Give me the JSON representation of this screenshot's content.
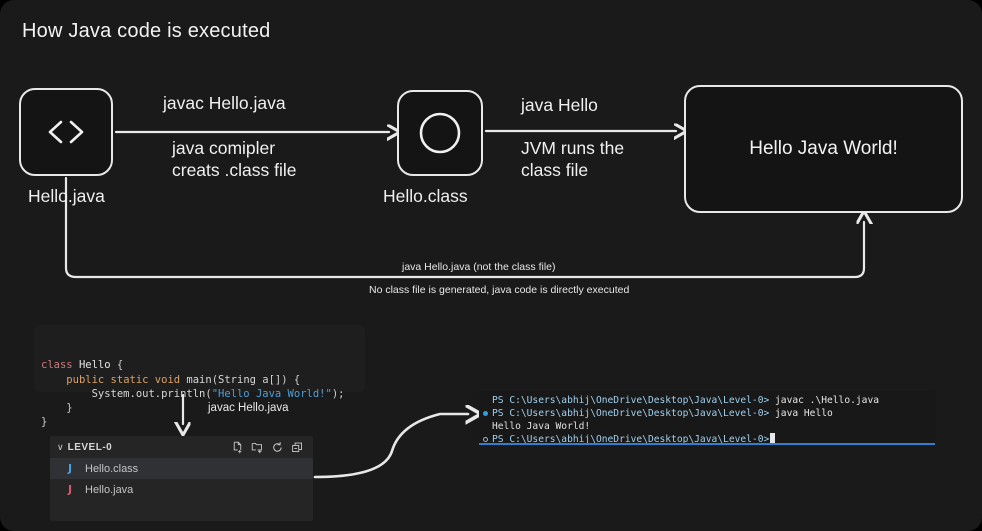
{
  "page": {
    "title": "How Java code is executed",
    "background": "#1a1a1a",
    "stroke": "#e8e8e8"
  },
  "flow": {
    "nodes": [
      {
        "id": "source",
        "icon": "code-brackets-icon",
        "label": "Hello.java"
      },
      {
        "id": "classfile",
        "icon": "circle-icon",
        "label": "Hello.class"
      },
      {
        "id": "output",
        "icon": "none",
        "label": "Hello Java World!"
      }
    ],
    "edges": [
      {
        "id": "compile",
        "line1": "javac Hello.java",
        "line2": "java comipler",
        "line3": "creats .class file"
      },
      {
        "id": "run",
        "line1": "java Hello",
        "line2": "JVM runs the",
        "line3": "class file"
      }
    ],
    "bypass": {
      "note_top": "java Hello.java (not the class file)",
      "note_bottom": "No class file is generated, java code is directly executed"
    }
  },
  "code_block": {
    "language": "java",
    "tokens": [
      [
        {
          "t": "class ",
          "c": "kw-class"
        },
        {
          "t": "Hello",
          "c": "ident"
        },
        {
          "t": " {",
          "c": "punc"
        }
      ],
      [
        {
          "t": "    ",
          "c": "plain"
        },
        {
          "t": "public static void ",
          "c": "kw-mod"
        },
        {
          "t": "main",
          "c": "plain"
        },
        {
          "t": "(",
          "c": "punc"
        },
        {
          "t": "String",
          "c": "plain"
        },
        {
          "t": " a[]) {",
          "c": "punc"
        }
      ],
      [
        {
          "t": "        ",
          "c": "plain"
        },
        {
          "t": "System.out.println",
          "c": "plain"
        },
        {
          "t": "(",
          "c": "punc"
        },
        {
          "t": "\"Hello Java World!\"",
          "c": "str"
        },
        {
          "t": ");",
          "c": "punc"
        }
      ],
      [
        {
          "t": "    }",
          "c": "punc"
        }
      ],
      [
        {
          "t": "}",
          "c": "punc"
        }
      ]
    ],
    "plain_text": "class Hello {\n    public static void main(String a[]) {\n        System.out.println(\"Hello Java World!\");\n    }\n}"
  },
  "arrow_note_javac": "javac Hello.java",
  "explorer": {
    "chevron": "∨",
    "title": "LEVEL-0",
    "actions": [
      {
        "name": "new-file-icon",
        "tooltip": "New File"
      },
      {
        "name": "new-folder-icon",
        "tooltip": "New Folder"
      },
      {
        "name": "refresh-icon",
        "tooltip": "Refresh Explorer"
      },
      {
        "name": "collapse-all-icon",
        "tooltip": "Collapse Folders in Explorer"
      }
    ],
    "files": [
      {
        "badge": "J",
        "badge_color": "#4a9fd8",
        "name": "Hello.class",
        "selected": true
      },
      {
        "badge": "J",
        "badge_color": "#d4596a",
        "name": "Hello.java",
        "selected": false
      }
    ]
  },
  "terminal": {
    "accent": "#2f7fd0",
    "prompt": "PS C:\\Users\\abhij\\OneDrive\\Desktop\\Java\\Level-0>",
    "lines": [
      {
        "marker": "none",
        "prompt": "PS C:\\Users\\abhij\\OneDrive\\Desktop\\Java\\Level-0>",
        "command": " javac .\\Hello.java",
        "output": ""
      },
      {
        "marker": "filled",
        "prompt": "PS C:\\Users\\abhij\\OneDrive\\Desktop\\Java\\Level-0>",
        "command": " java Hello",
        "output": ""
      },
      {
        "marker": "none",
        "prompt": "",
        "command": "",
        "output": "Hello Java World!"
      },
      {
        "marker": "hollow",
        "prompt": "PS C:\\Users\\abhij\\OneDrive\\Desktop\\Java\\Level-0>",
        "command": "",
        "output": "",
        "cursor": true
      }
    ]
  }
}
